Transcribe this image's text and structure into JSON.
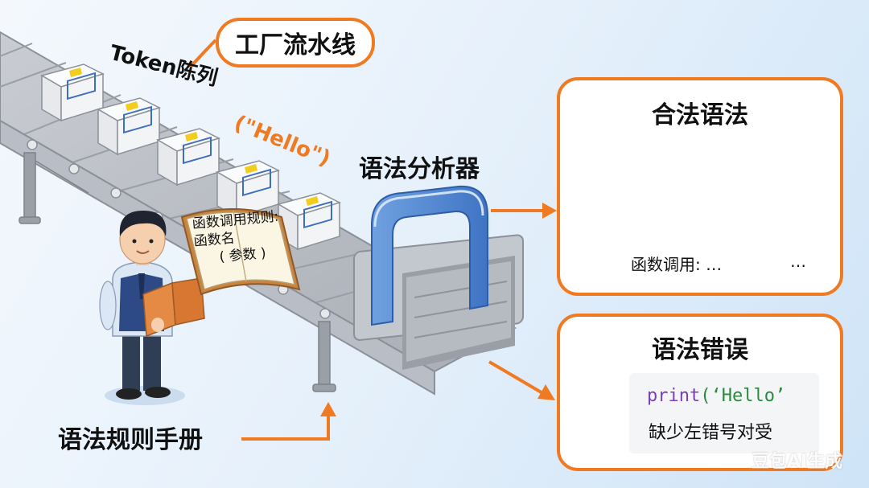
{
  "title": "工厂流水线",
  "labels": {
    "token_sequence": "Token陈列",
    "token_example": "(\"Hello\")",
    "parser": "语法分析器",
    "rule_manual": "语法规则手册"
  },
  "book": {
    "line1": "函数调用规则:",
    "line2": "函数名",
    "line3": "( 参数 )"
  },
  "valid_panel": {
    "title": "合法语法",
    "status_icon": "check-circle-icon",
    "tree_caption": "函数调用:  …",
    "tree_ellipsis": "…"
  },
  "error_panel": {
    "title": "语法错误",
    "status_icon": "x-circle-icon",
    "code_func": "print",
    "code_rest": "(‘Hello’",
    "message": "缺少左错号对受"
  },
  "watermark": "豆包AI生成",
  "colors": {
    "accent": "#f07a22",
    "valid": "#21a04a",
    "error": "#d63333"
  }
}
